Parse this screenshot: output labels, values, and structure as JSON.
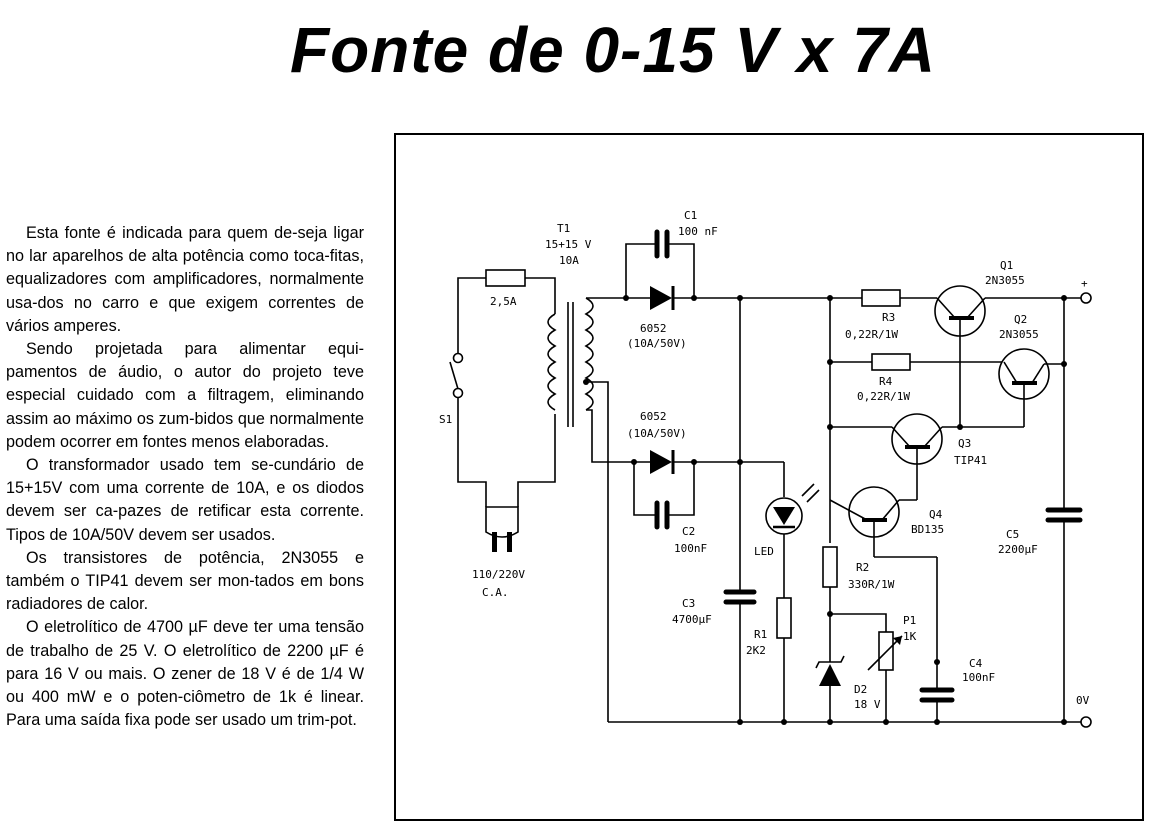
{
  "title": "Fonte de 0-15 V x 7A",
  "article": {
    "paragraphs": [
      "Esta fonte é indicada para quem de-seja ligar no lar aparelhos de alta potência como toca-fitas, equalizadores com amplificadores, normalmente usa-dos no carro e que exigem correntes de vários amperes.",
      "Sendo projetada para alimentar equi-pamentos de áudio, o autor do projeto teve especial cuidado com a filtragem, eliminando assim ao máximo os zum-bidos que normalmente podem ocorrer em fontes menos elaboradas.",
      "O transformador usado tem se-cundário de 15+15V com uma corrente de 10A, e os diodos devem ser ca-pazes de retificar esta corrente. Tipos de 10A/50V devem ser usados.",
      "Os transistores de potência, 2N3055 e também o TIP41 devem ser mon-tados em bons radiadores de calor.",
      "O eletrolítico de 4700 µF deve ter uma tensão de trabalho de 25 V. O eletrolítico de 2200 µF é para 16 V ou mais. O zener de 18 V é de 1/4 W ou 400 mW e o poten-ciômetro de 1k é linear. Para uma saída fixa pode ser usado um trim-pot."
    ]
  },
  "schematic": {
    "fuse_value": "2,5A",
    "switch_label": "S1",
    "plug_label_1": "110/220V",
    "plug_label_2": "C.A.",
    "t1_name": "T1",
    "t1_voltage": "15+15 V",
    "t1_current": "10A",
    "c1_name": "C1",
    "c1_value": "100 nF",
    "d_top_name": "6052",
    "d_top_rating": "(10A/50V)",
    "d_bot_name": "6052",
    "d_bot_rating": "(10A/50V)",
    "c2_name": "C2",
    "c2_value": "100nF",
    "led_label": "LED",
    "c3_name": "C3",
    "c3_value": "4700µF",
    "r1_name": "R1",
    "r1_value": "2K2",
    "r2_name": "R2",
    "r2_value": "330R/1W",
    "r3_name": "R3",
    "r3_value": "0,22R/1W",
    "r4_name": "R4",
    "r4_value": "0,22R/1W",
    "q1_name": "Q1",
    "q1_type": "2N3055",
    "q2_name": "Q2",
    "q2_type": "2N3055",
    "q3_name": "Q3",
    "q3_type": "TIP41",
    "q4_name": "Q4",
    "q4_type": "BD135",
    "p1_name": "P1",
    "p1_value": "1K",
    "c4_name": "C4",
    "c4_value": "100nF",
    "d2_name": "D2",
    "d2_value": "18 V",
    "c5_name": "C5",
    "c5_value": "2200µF",
    "out_plus": "+",
    "out_zero": "0V"
  }
}
